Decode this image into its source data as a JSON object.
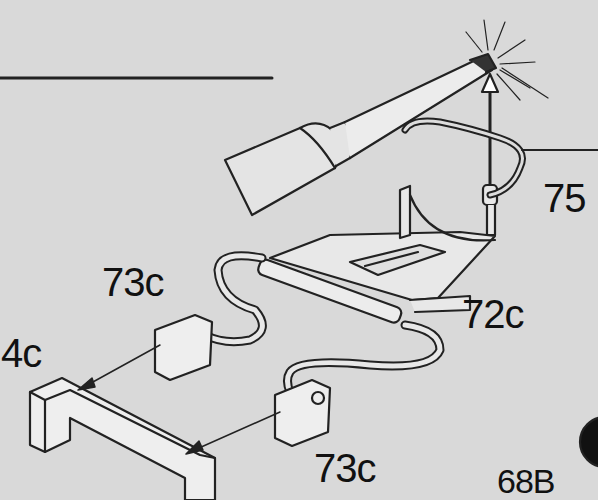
{
  "diagram": {
    "labels": [
      "75",
      "72c",
      "73c",
      "4c",
      "73c",
      "68B"
    ]
  }
}
